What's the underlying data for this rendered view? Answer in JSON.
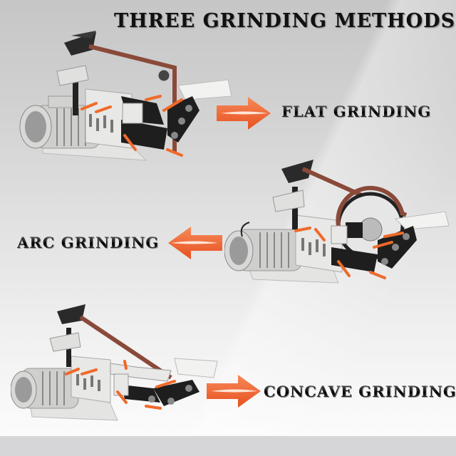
{
  "title": "THREE GRINDING METHODS",
  "methods": [
    {
      "label": "FLAT GRINDING",
      "arrow_direction": "right"
    },
    {
      "label": "ARC GRINDING",
      "arrow_direction": "left"
    },
    {
      "label": "CONCAVE GRINDING",
      "arrow_direction": "right"
    }
  ],
  "colors": {
    "arrow": "#f26a3a",
    "arrow_highlight": "#ffe6d8",
    "belt": "#8a4a3a",
    "machine_body": "#dcdcd8",
    "machine_dark": "#1c1c1c",
    "handle": "#ef6a2a"
  },
  "images": [
    {
      "name": "belt-grinder-flat-setup"
    },
    {
      "name": "belt-grinder-arc-setup"
    },
    {
      "name": "belt-grinder-concave-setup"
    }
  ]
}
